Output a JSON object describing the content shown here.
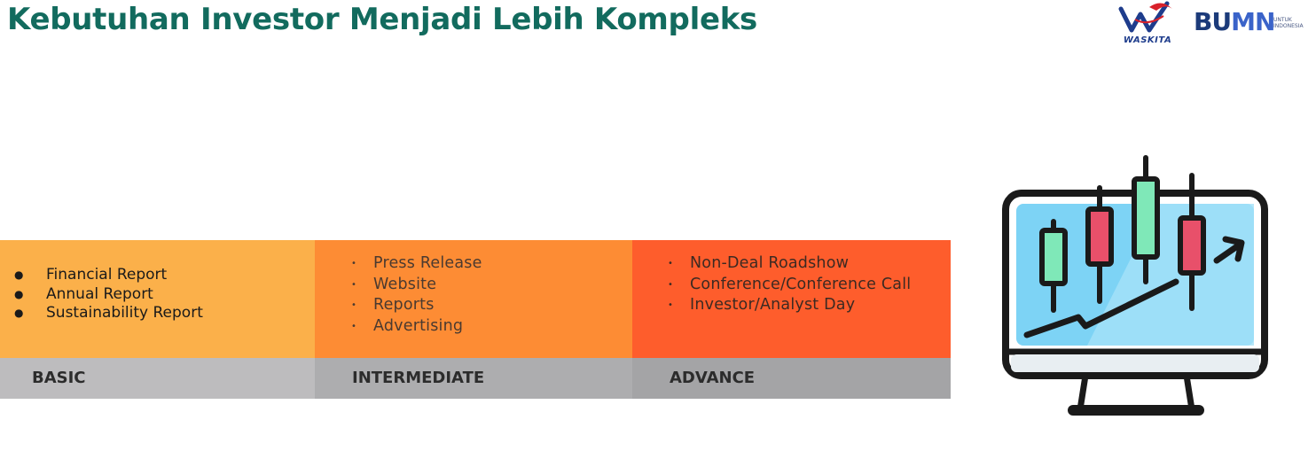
{
  "header": {
    "title": "Kebutuhan Investor Menjadi Lebih Kompleks"
  },
  "logos": {
    "waskita": "WASKITA",
    "bumn": {
      "letters_1": "BU",
      "letters_2": "MN",
      "tagline_1": "UNTUK",
      "tagline_2": "INDONESIA"
    }
  },
  "levels": [
    {
      "label": "BASIC",
      "color": "#fbb04a",
      "items": [
        "Financial Report",
        "Annual Report",
        "Sustainability Report"
      ]
    },
    {
      "label": "INTERMEDIATE",
      "color": "#fd8c34",
      "items": [
        "Press Release",
        "Website",
        "Reports",
        "Advertising"
      ]
    },
    {
      "label": "ADVANCE",
      "color": "#fe5d2c",
      "items": [
        "Non-Deal Roadshow",
        "Conference/Conference Call",
        "Investor/Analyst Day"
      ]
    }
  ],
  "illustration": {
    "icon": "monitor-candlestick-chart-icon",
    "colors": {
      "screen": "#7dd3f5",
      "candle_up": "#7fe8b8",
      "candle_down": "#e8506a",
      "outline": "#1a1a1a"
    }
  }
}
